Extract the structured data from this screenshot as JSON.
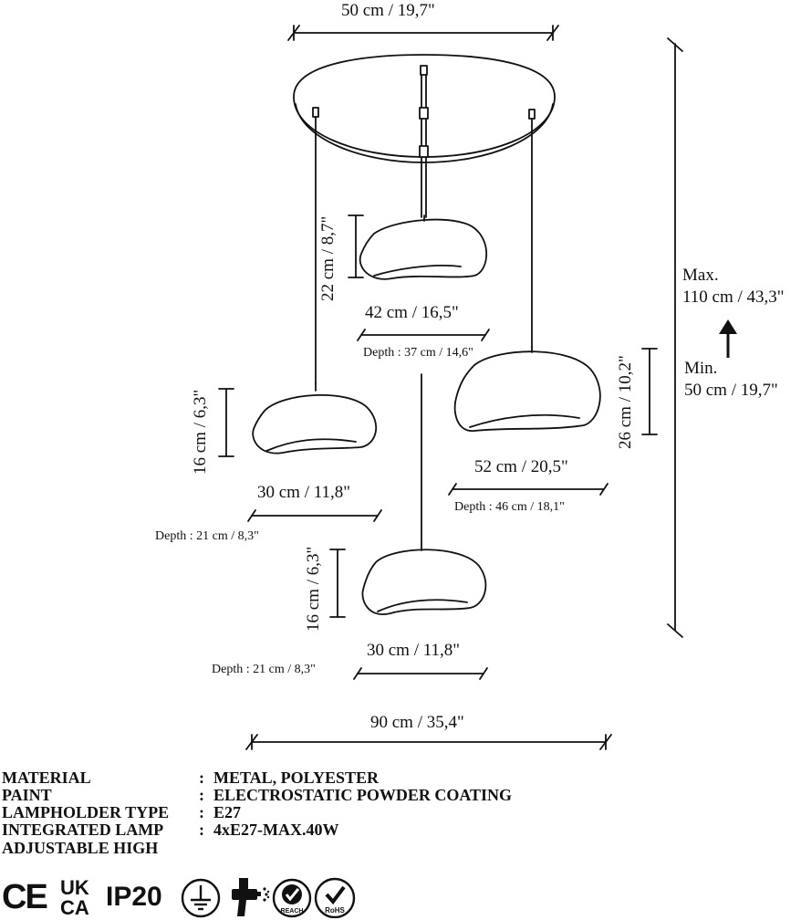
{
  "dimensions": {
    "canopy_width": "50 cm / 19,7\"",
    "overall_width": "90 cm / 35,4\"",
    "height_range": {
      "max_label": "Max.",
      "max_value": "110 cm / 43,3\"",
      "min_label": "Min.",
      "min_value": "50 cm / 19,7\""
    },
    "shade_center": {
      "height": "22 cm / 8,7\"",
      "width": "42 cm / 16,5\"",
      "depth": "Depth : 37 cm / 14,6\""
    },
    "shade_right": {
      "height": "26 cm / 10,2\"",
      "width": "52 cm / 20,5\"",
      "depth": "Depth : 46 cm / 18,1\""
    },
    "shade_left": {
      "height": "16 cm / 6,3\"",
      "width": "30 cm / 11,8\"",
      "depth": "Depth : 21 cm / 8,3\""
    },
    "shade_bottom": {
      "height": "16 cm / 6,3\"",
      "width": "30 cm / 11,8\"",
      "depth": "Depth : 21 cm / 8,3\""
    }
  },
  "specs": [
    {
      "label": "MATERIAL",
      "value": "METAL, POLYESTER"
    },
    {
      "label": "PAINT",
      "value": "ELECTROSTATIC POWDER COATING"
    },
    {
      "label": "LAMPHOLDER TYPE",
      "value": "E27"
    },
    {
      "label": "INTEGRATED LAMP",
      "value": "4xE27-MAX.40W"
    },
    {
      "label": "ADJUSTABLE HIGH",
      "value": ""
    }
  ],
  "spec_separator": ":",
  "certifications": {
    "ce": "CE",
    "ukca_top": "UK",
    "ukca_bottom": "CA",
    "ip": "IP20",
    "reach": "REACH",
    "rohs": "RoHS"
  },
  "icons": [
    "ce-mark-icon",
    "ukca-mark-icon",
    "ip20-icon",
    "ground-symbol-icon",
    "spray-gun-icon",
    "reach-check-icon",
    "rohs-check-icon",
    "up-arrow-icon"
  ],
  "colors": {
    "line": "#111111",
    "background": "#ffffff"
  }
}
